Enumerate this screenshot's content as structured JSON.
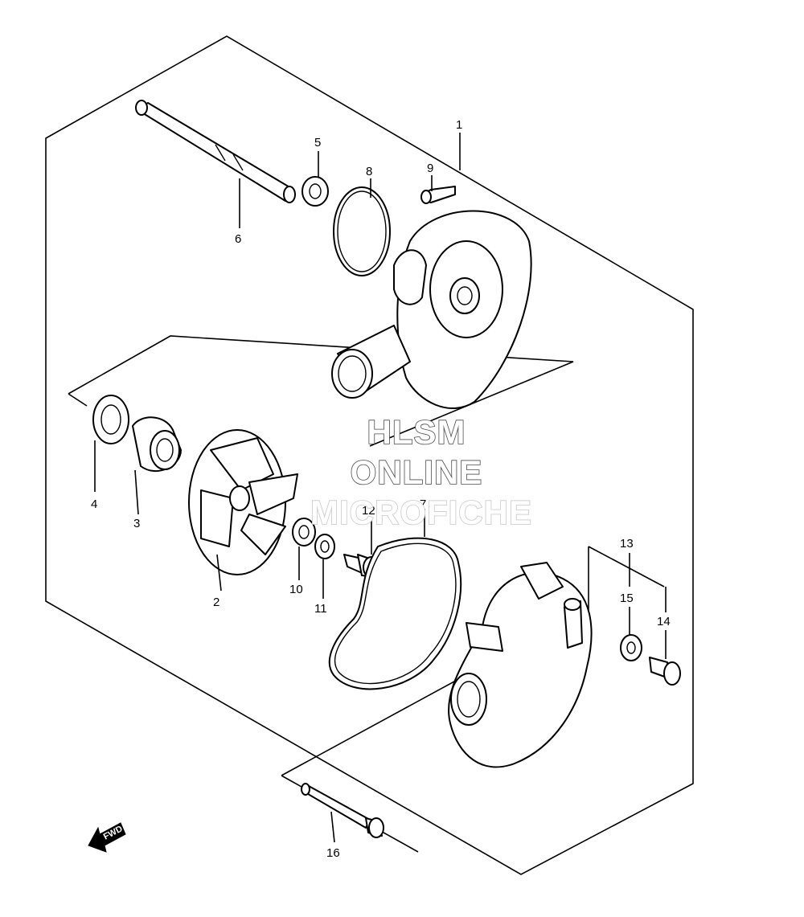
{
  "callouts": [
    {
      "id": "c1",
      "text": "1"
    },
    {
      "id": "c2",
      "text": "2"
    },
    {
      "id": "c3",
      "text": "3"
    },
    {
      "id": "c4",
      "text": "4"
    },
    {
      "id": "c5",
      "text": "5"
    },
    {
      "id": "c6",
      "text": "6"
    },
    {
      "id": "c7",
      "text": "7"
    },
    {
      "id": "c8",
      "text": "8"
    },
    {
      "id": "c9",
      "text": "9"
    },
    {
      "id": "c10",
      "text": "10"
    },
    {
      "id": "c11",
      "text": "11"
    },
    {
      "id": "c12",
      "text": "12"
    },
    {
      "id": "c13",
      "text": "13"
    },
    {
      "id": "c14",
      "text": "14"
    },
    {
      "id": "c15",
      "text": "15"
    },
    {
      "id": "c16",
      "text": "16"
    }
  ],
  "watermark": {
    "line1": "HLSM",
    "line2": "ONLINE",
    "line3": "MICROFICHE"
  },
  "fwd_label": "FWD"
}
